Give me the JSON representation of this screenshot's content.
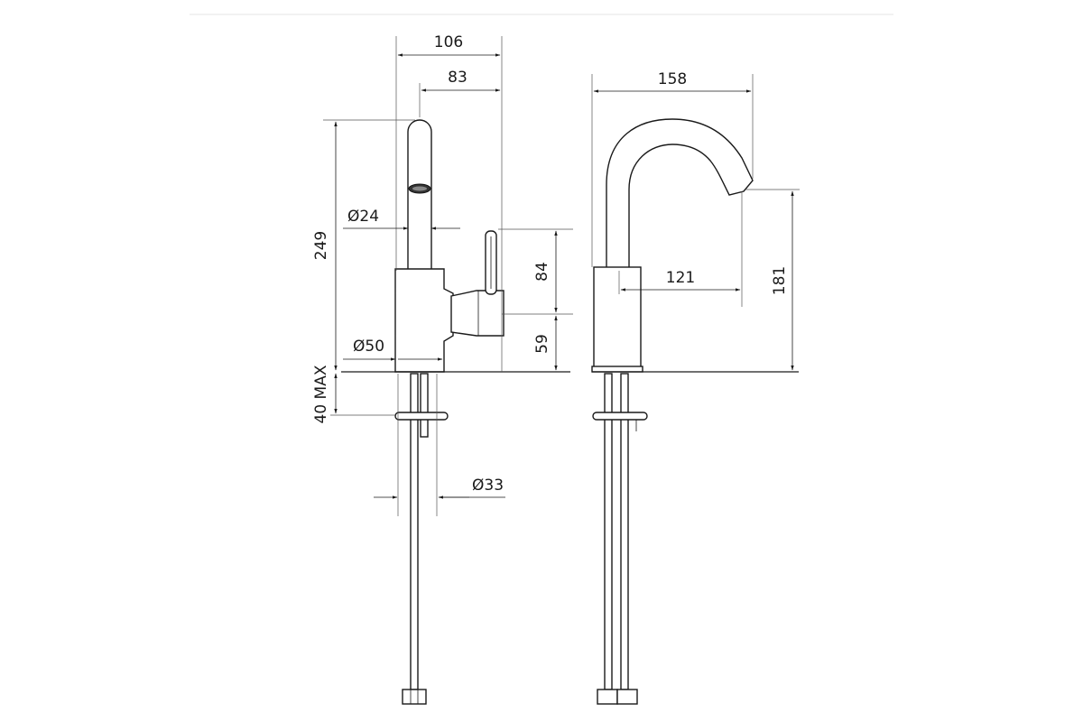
{
  "drawing": {
    "dimensions": {
      "width_overall": "106",
      "spout_reach_front": "83",
      "height_overall": "249",
      "spout_diameter": "Ø24",
      "lever_height": "84",
      "lever_axis_height": "59",
      "base_diameter": "Ø50",
      "deck_thickness": "40 MAX",
      "hole_diameter": "Ø33",
      "spout_projection": "158",
      "spout_reach": "121",
      "spout_outlet_height": "181"
    }
  }
}
